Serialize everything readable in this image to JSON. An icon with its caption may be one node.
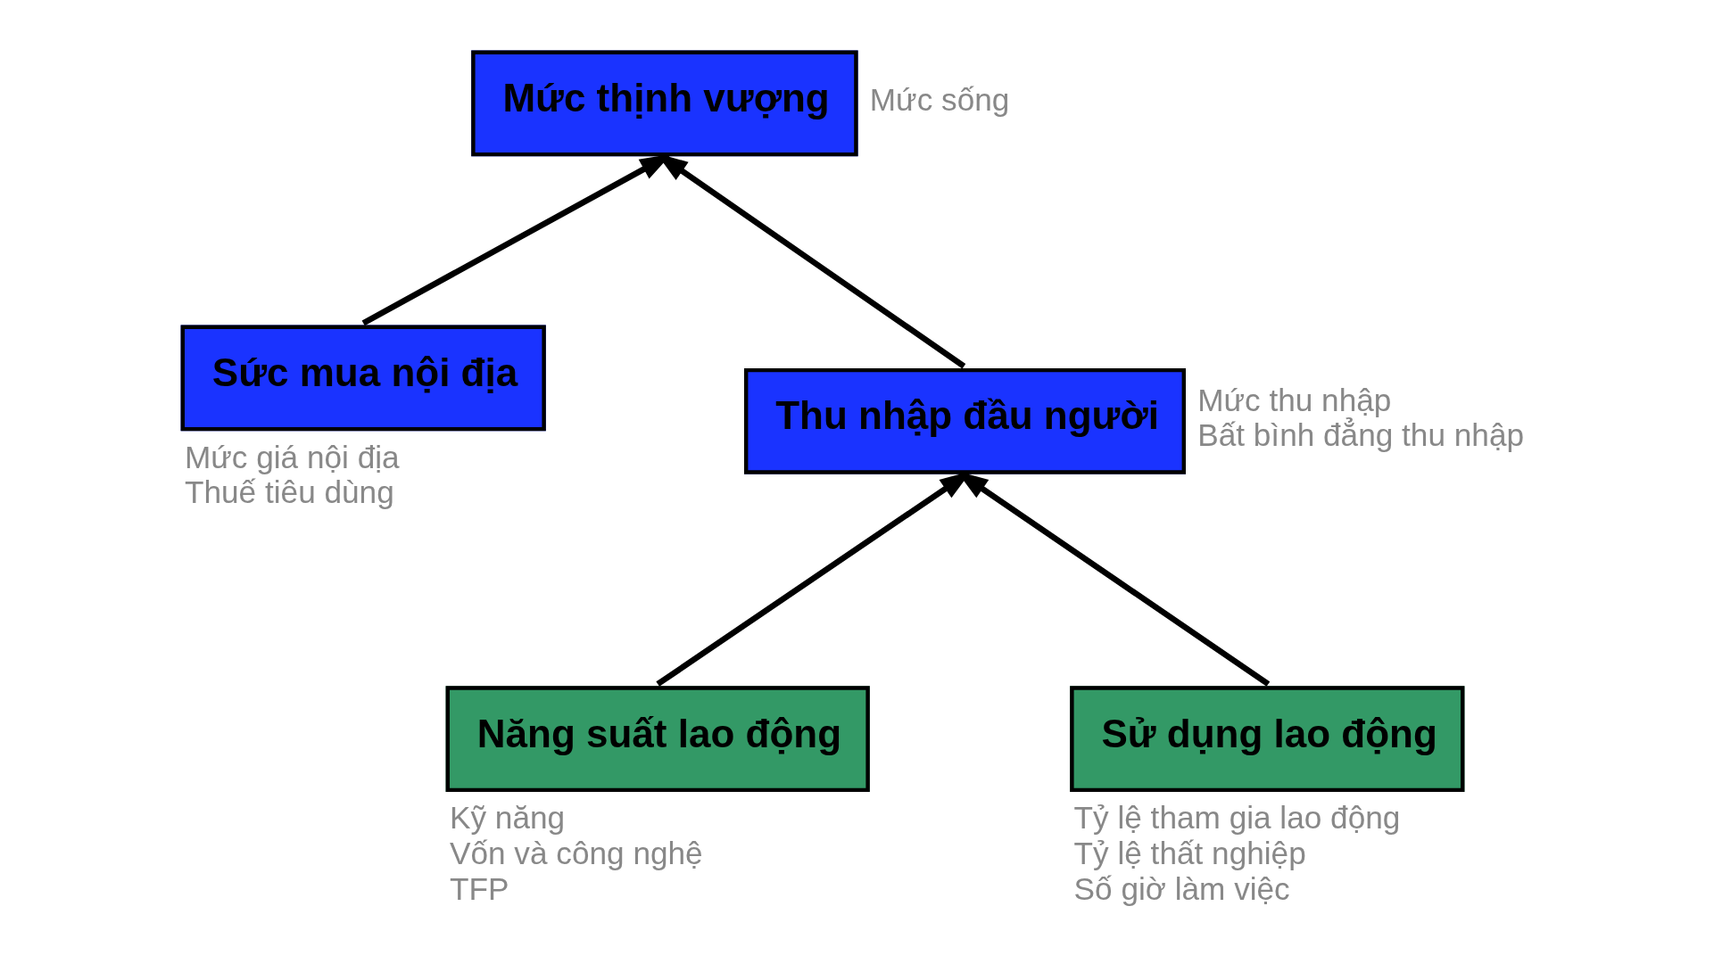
{
  "diagram": {
    "nodes": [
      {
        "text": [
          "Mức thịnh vượng"
        ],
        "beside": [
          "Mức sống"
        ]
      },
      {
        "text": [
          "Sức mua nội địa"
        ],
        "beside": [
          "Mức giá nội địa",
          "Thuế tiêu dùng"
        ]
      },
      {
        "text": [
          "Thu nhập đầu người"
        ],
        "beside": [
          "Mức thu nhập",
          "Bất bình đẳng thu nhập"
        ]
      },
      {
        "text": [
          "Năng suất lao động"
        ],
        "beside": [
          "Kỹ năng",
          "Vốn và công nghệ",
          "TFP"
        ]
      },
      {
        "text": [
          "Sử dụng lao động"
        ],
        "beside": [
          "Tỷ lệ tham gia lao động",
          "Tỷ lệ thất nghiệp",
          "Số giờ làm việc"
        ]
      }
    ],
    "edges": [
      {
        "from": 1,
        "to": 0,
        "arrow": "to"
      },
      {
        "from": 2,
        "to": 0,
        "arrow": "to"
      },
      {
        "from": 3,
        "to": 2,
        "arrow": "to"
      },
      {
        "from": 4,
        "to": 2,
        "arrow": "to"
      }
    ]
  }
}
